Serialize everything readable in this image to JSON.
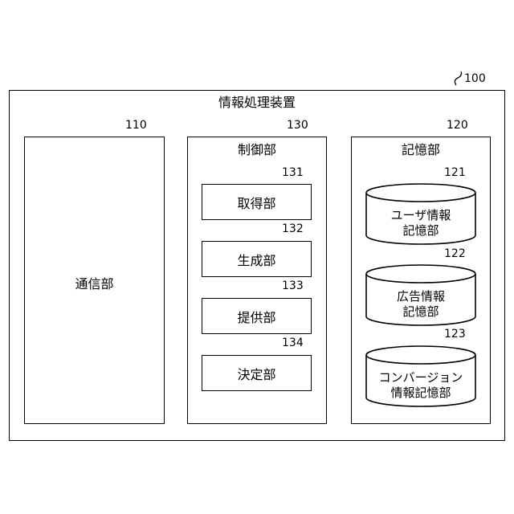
{
  "device": {
    "ref": "100",
    "title": "情報処理装置"
  },
  "communication": {
    "ref": "110",
    "label": "通信部"
  },
  "control": {
    "ref": "130",
    "label": "制御部",
    "units": [
      {
        "ref": "131",
        "label": "取得部"
      },
      {
        "ref": "132",
        "label": "生成部"
      },
      {
        "ref": "133",
        "label": "提供部"
      },
      {
        "ref": "134",
        "label": "決定部"
      }
    ]
  },
  "storage": {
    "ref": "120",
    "label": "記憶部",
    "units": [
      {
        "ref": "121",
        "line1": "ユーザ情報",
        "line2": "記憶部"
      },
      {
        "ref": "122",
        "line1": "広告情報",
        "line2": "記憶部"
      },
      {
        "ref": "123",
        "line1": "コンバージョン",
        "line2": "情報記憶部"
      }
    ]
  }
}
